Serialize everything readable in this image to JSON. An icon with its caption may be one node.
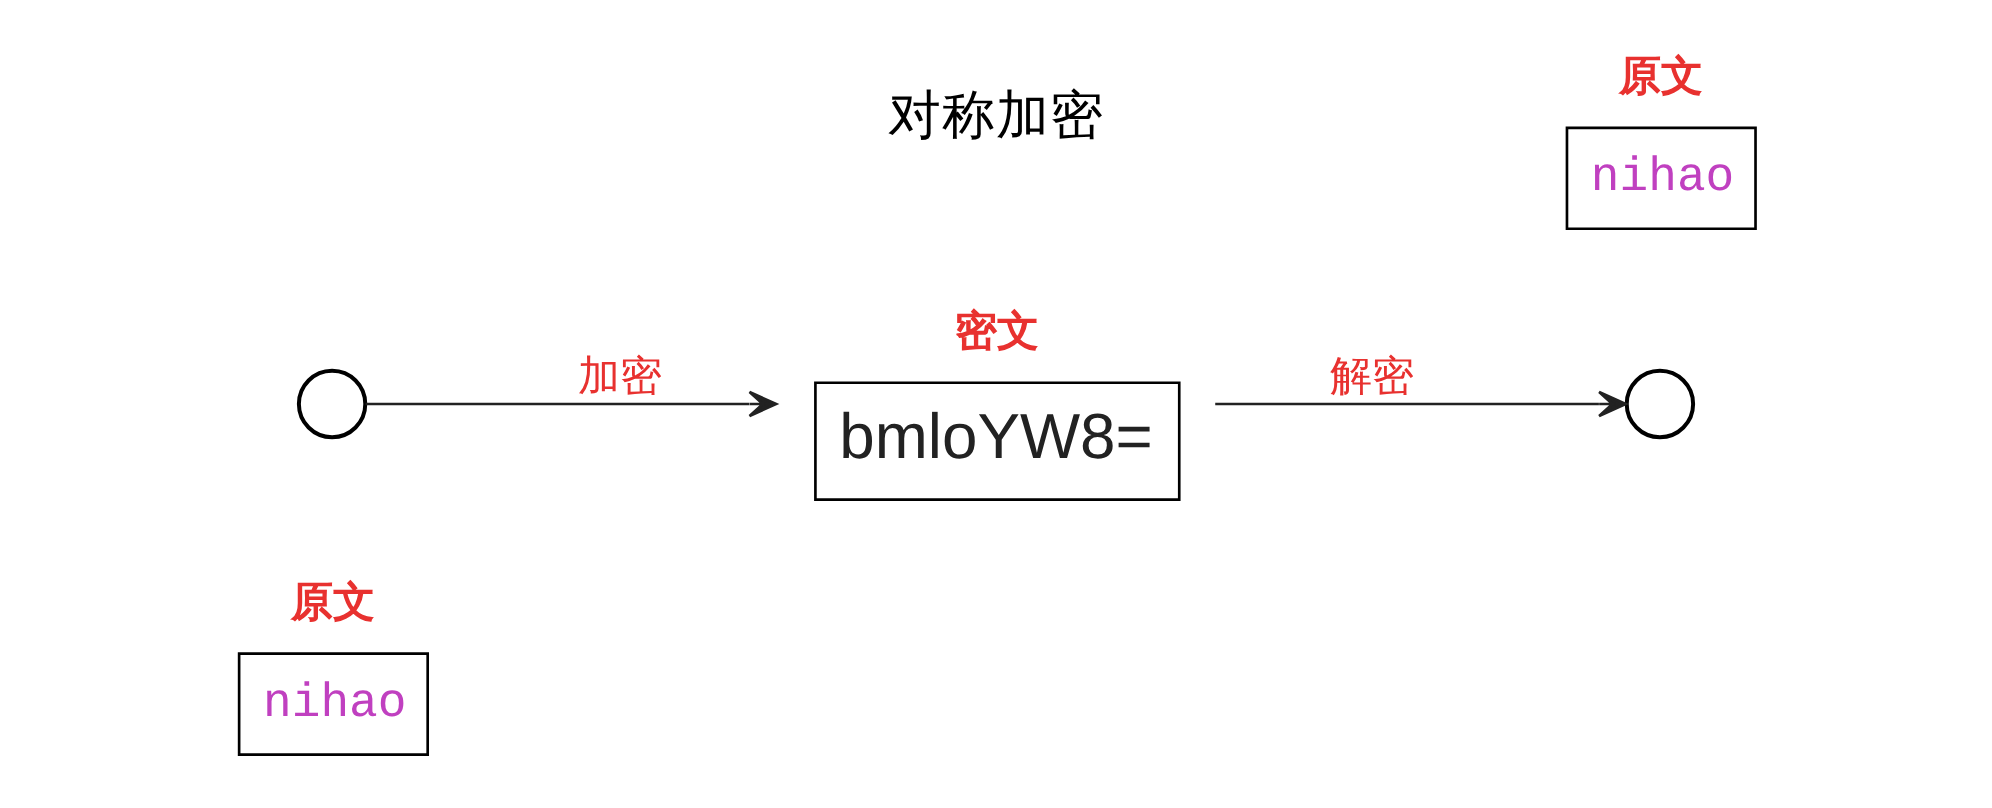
{
  "diagram": {
    "nodes": [
      {
        "text": [
          "原文",
          "nihao"
        ]
      },
      {
        "text": [
          "密文",
          "bmloYW8="
        ]
      },
      {
        "text": [
          "原文",
          "nihao"
        ]
      },
      {
        "text": [],
        "shape": "person"
      },
      {
        "text": [],
        "shape": "person"
      }
    ],
    "edges": [
      {
        "from": 3,
        "to": 1,
        "arrow": "to",
        "label": "加密"
      },
      {
        "from": 1,
        "to": 4,
        "arrow": "to",
        "label": "解密"
      }
    ],
    "labels": [
      "对称加密"
    ]
  }
}
